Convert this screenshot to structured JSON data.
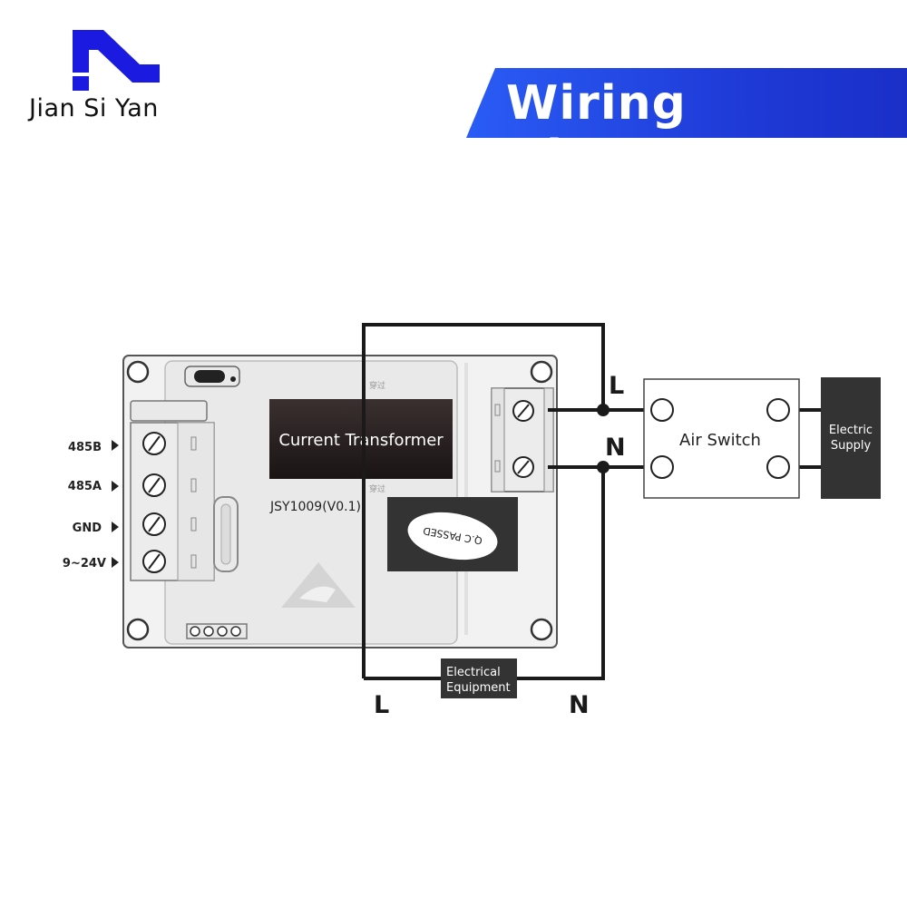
{
  "brand": {
    "name": "Jian Si Yan"
  },
  "header": {
    "title": "Wiring Diagram"
  },
  "colors": {
    "brand_blue": "#1a1ae0",
    "banner_blue": "#1f3bd8",
    "dark_box": "#333333",
    "line": "#1a1a1a"
  },
  "meter": {
    "terminals": [
      "485B",
      "485A",
      "GND",
      "9~24V"
    ],
    "transformer_label": "Current Transformer",
    "model": "JSY1009(V0.1)",
    "qc_stamp": "Q.C PASSED",
    "small_text": "穿过"
  },
  "wiring": {
    "line_in": "L",
    "neutral_in": "N",
    "line_out": "L",
    "neutral_out": "N",
    "air_switch": "Air Switch",
    "supply_line1": "Electric",
    "supply_line2": "Supply",
    "equipment_line1": "Electrical",
    "equipment_line2": "Equipment"
  }
}
